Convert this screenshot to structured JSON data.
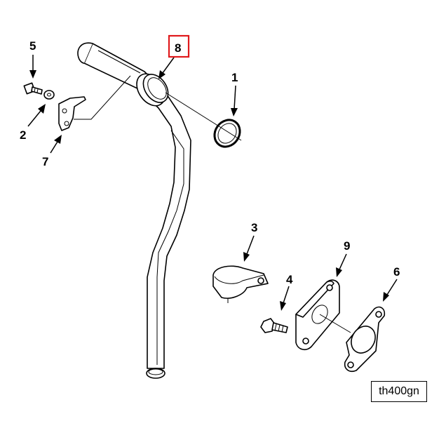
{
  "diagram": {
    "figure_ref": "th400gn",
    "highlighted_callout": "8",
    "highlight_color": "#e0191c",
    "callouts": [
      {
        "id": "c1",
        "label": "1"
      },
      {
        "id": "c2",
        "label": "2"
      },
      {
        "id": "c3",
        "label": "3"
      },
      {
        "id": "c4",
        "label": "4"
      },
      {
        "id": "c5",
        "label": "5"
      },
      {
        "id": "c6",
        "label": "6"
      },
      {
        "id": "c7",
        "label": "7"
      },
      {
        "id": "c8",
        "label": "8"
      },
      {
        "id": "c9",
        "label": "9"
      }
    ]
  }
}
